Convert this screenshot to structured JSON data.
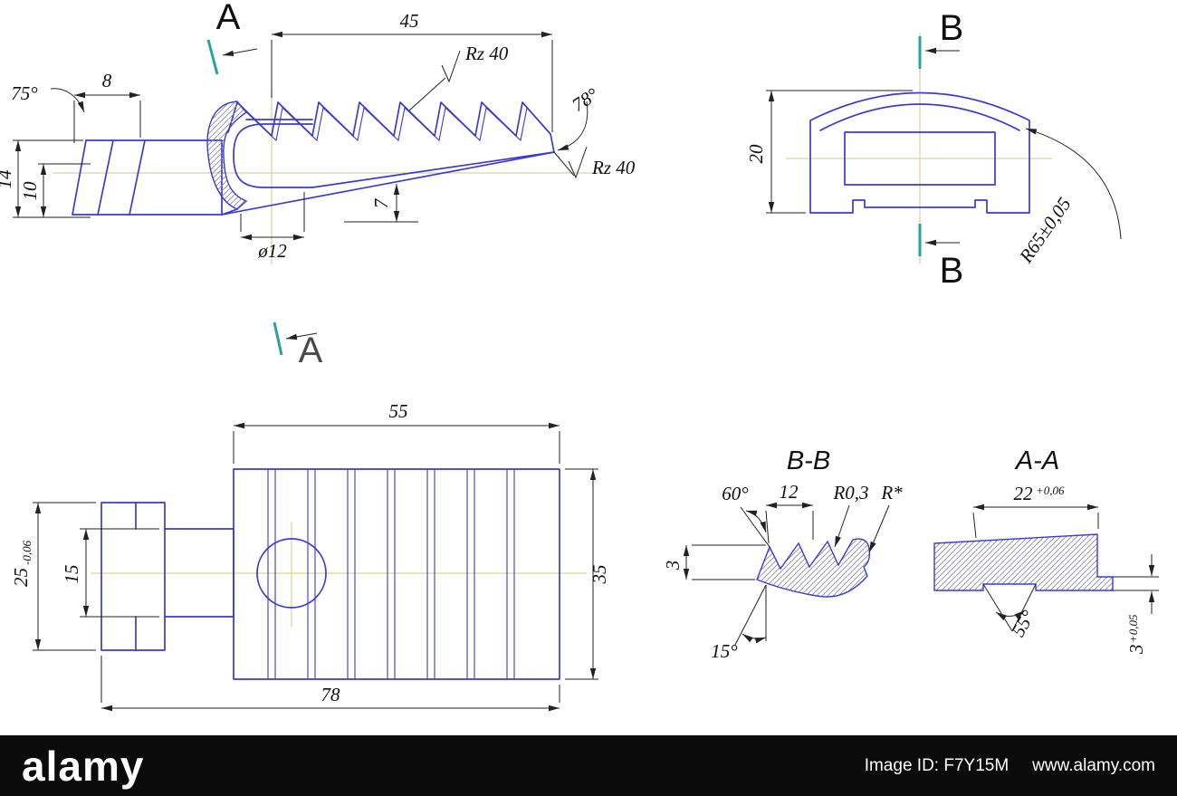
{
  "colors": {
    "line_blue": "#3b3bd0",
    "dim_black": "#111111",
    "section_teal": "#2ba39b",
    "centerline_tan": "#d9d393",
    "hatch_gray": "#8a8a9a",
    "footer_bg": "#0b0b0b",
    "footer_text": "#ffffff"
  },
  "sections": {
    "a": "A",
    "b": "B",
    "bb_title": "B-B",
    "aa_title": "A-A"
  },
  "side_view": {
    "len": "45",
    "edge": "8",
    "angle_left": "75°",
    "height": "14",
    "height_inner": "10",
    "taper": "7",
    "hole_dia": "ø12",
    "angle_right": "78°",
    "roughness_top": "Rz 40",
    "roughness_side": "Rz 40"
  },
  "end_view": {
    "height": "20",
    "radius": "R65±0,05"
  },
  "plan_view": {
    "len_top": "55",
    "len_bottom": "78",
    "width": "35",
    "bracket_height": "25",
    "bracket_height_tol": "-0,06",
    "stem_width": "15"
  },
  "section_bb": {
    "angle": "60°",
    "pitch": "12",
    "radius": "R0,3",
    "radius_star": "R*",
    "depth": "3",
    "angle_bottom": "15°"
  },
  "section_aa": {
    "width": "22",
    "width_tol": "+0,06",
    "groove_angle": "55°",
    "foot": "3",
    "foot_tol": "+0,05"
  },
  "watermark": {
    "brand": "alamy",
    "image_id": "Image ID: F7Y15M",
    "site": "www.alamy.com"
  }
}
